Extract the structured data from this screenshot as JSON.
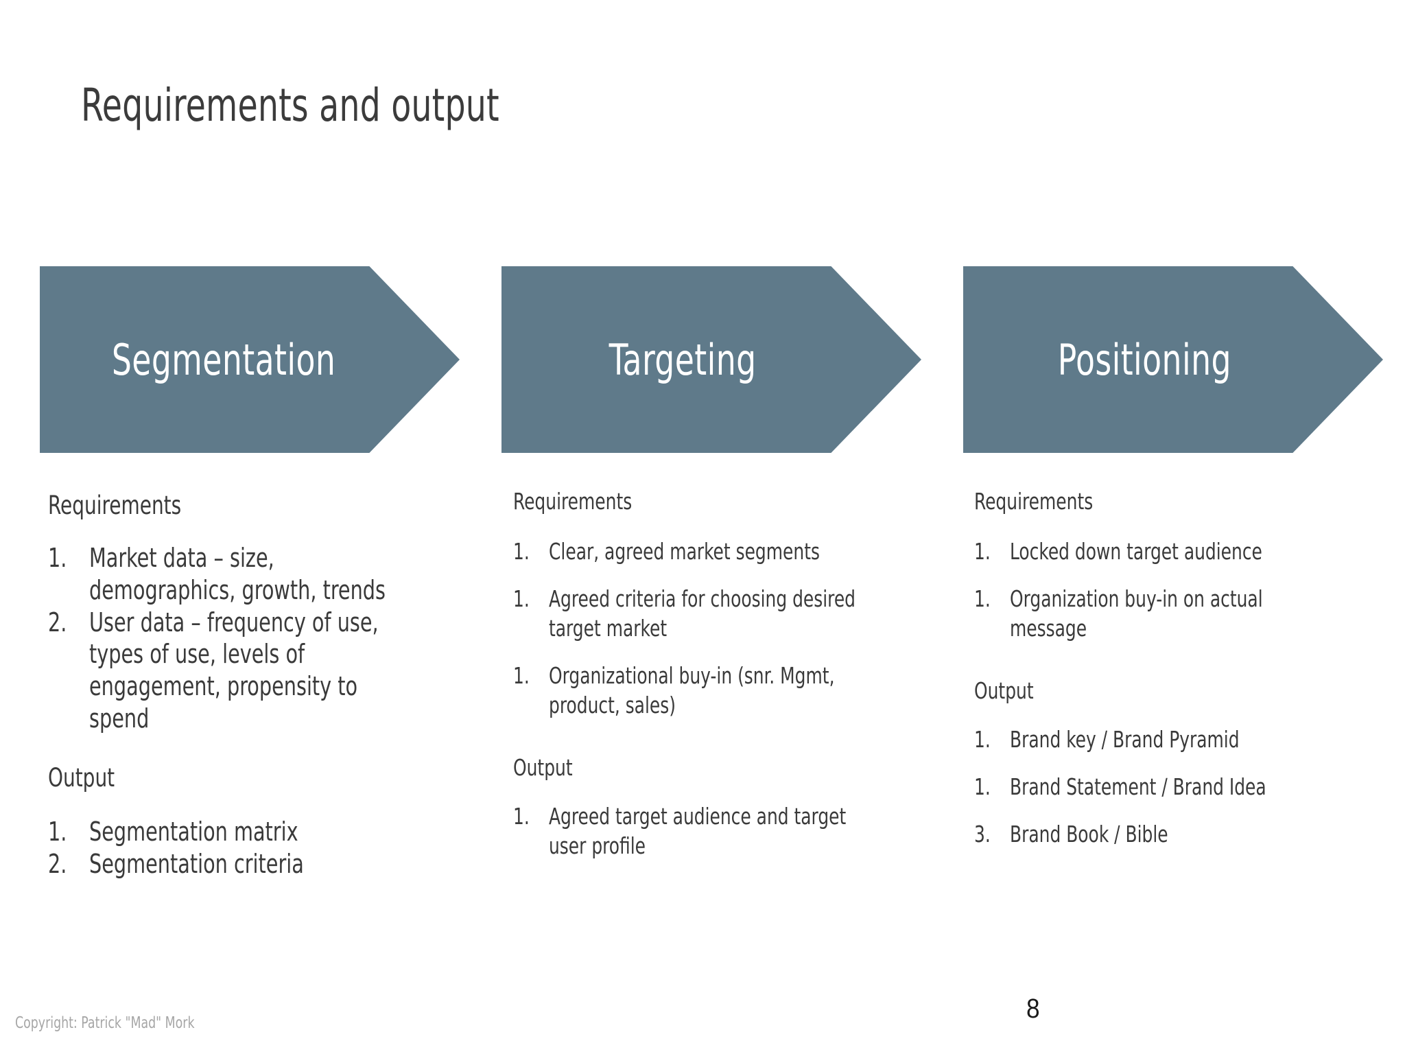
{
  "slide": {
    "title": "Requirements and output",
    "page_number": "8",
    "copyright": "Copyright: Patrick \"Mad\" Mork",
    "accent_color": "#5F7A8A",
    "text_color": "#3A3A3A",
    "background_color": "#FFFFFF"
  },
  "stages": [
    {
      "label": "Segmentation",
      "requirements_heading": "Requirements",
      "requirements": [
        {
          "marker": "1.",
          "text": "Market data – size, demographics, growth, trends"
        },
        {
          "marker": "2.",
          "text": "User data – frequency of use, types of use, levels of engagement, propensity to spend"
        }
      ],
      "output_heading": "Output",
      "output": [
        {
          "marker": "1.",
          "text": "Segmentation matrix"
        },
        {
          "marker": "2.",
          "text": "Segmentation criteria"
        }
      ]
    },
    {
      "label": "Targeting",
      "requirements_heading": "Requirements",
      "requirements": [
        {
          "marker": "1.",
          "text": "Clear, agreed market segments"
        },
        {
          "marker": "1.",
          "text": "Agreed criteria for choosing desired target market"
        },
        {
          "marker": "1.",
          "text": "Organizational buy-in (snr. Mgmt, product, sales)"
        }
      ],
      "output_heading": "Output",
      "output": [
        {
          "marker": "1.",
          "text": "Agreed target audience and target user profile"
        }
      ]
    },
    {
      "label": "Positioning",
      "requirements_heading": "Requirements",
      "requirements": [
        {
          "marker": "1.",
          "text": "Locked down target audience"
        },
        {
          "marker": "1.",
          "text": "Organization buy-in on actual message"
        }
      ],
      "output_heading": "Output",
      "output": [
        {
          "marker": "1.",
          "text": "Brand key / Brand Pyramid"
        },
        {
          "marker": "1.",
          "text": "Brand Statement / Brand Idea"
        },
        {
          "marker": "3.",
          "text": "Brand Book / Bible"
        }
      ]
    }
  ]
}
